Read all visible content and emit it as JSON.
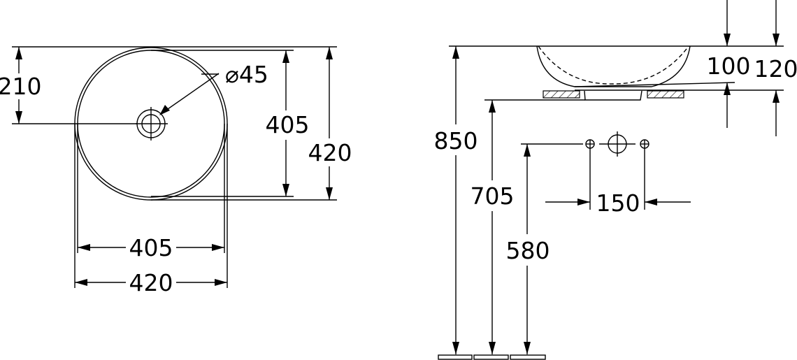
{
  "top_view": {
    "dim_center_from_top": "210",
    "dim_drain_diameter": "⌀45",
    "dim_inner_depth": "405",
    "dim_outer_depth": "420",
    "dim_inner_width": "405",
    "dim_outer_width": "420"
  },
  "side_view": {
    "dim_bowl_height": "100",
    "dim_total_height": "120",
    "dim_rim_height": "850",
    "dim_counter_height": "705",
    "dim_tap_height": "580",
    "dim_tap_spacing": "150"
  },
  "colors": {
    "line": "#000000",
    "background": "#ffffff"
  }
}
